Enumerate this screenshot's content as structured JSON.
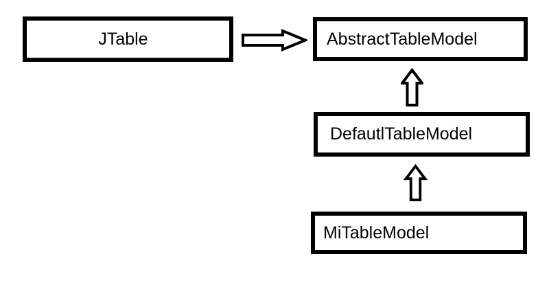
{
  "diagram": {
    "background_color": "#ffffff",
    "line_color": "#000000",
    "fill_color": "#ffffff",
    "nodes": [
      {
        "id": "jtable",
        "label": "JTable"
      },
      {
        "id": "abstract-table-model",
        "label": "AbstractTableModel"
      },
      {
        "id": "defautl-table-model",
        "label": "DefautlTableModel"
      },
      {
        "id": "mi-table-model",
        "label": "MiTableModel"
      }
    ],
    "arrows": [
      {
        "id": "jtable-to-abstracttablemodel",
        "direction": "right",
        "from": "JTable",
        "to": "AbstractTableModel"
      },
      {
        "id": "defautltablemodel-to-abstracttablemodel",
        "direction": "up",
        "from": "DefautlTableModel",
        "to": "AbstractTableModel"
      },
      {
        "id": "mitablemodel-to-defautltablemodel",
        "direction": "up",
        "from": "MiTableModel",
        "to": "DefautlTableModel"
      }
    ]
  }
}
